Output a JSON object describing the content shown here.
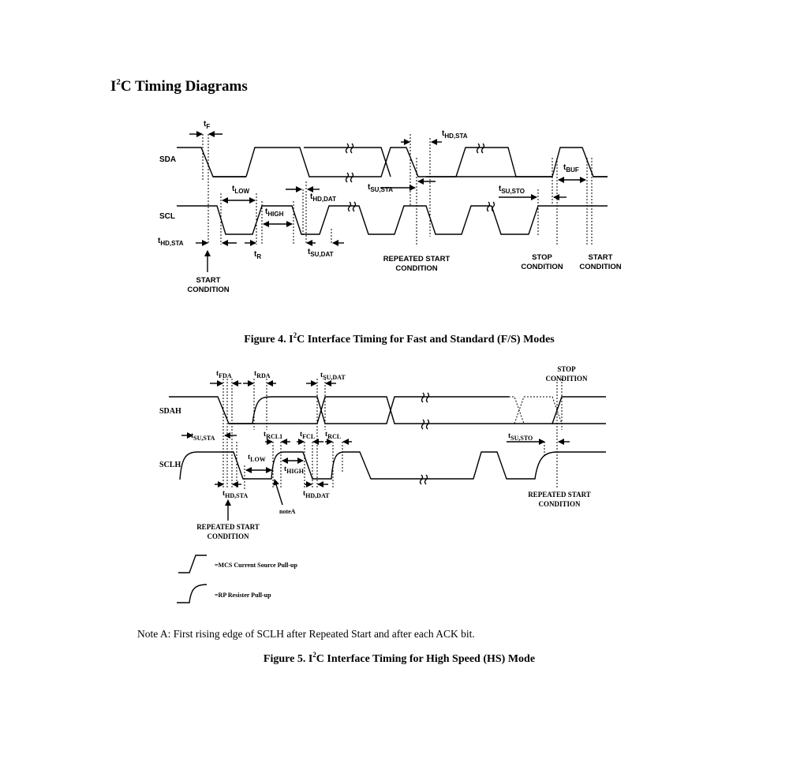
{
  "section_title": {
    "main": "I",
    "sup": "2",
    "rest": "C Timing Diagrams"
  },
  "fig4": {
    "caption_prefix": "Figure 4. I",
    "caption_sup": "2",
    "caption_rest": "C Interface Timing for Fast and Standard (F/S) Modes",
    "signals": {
      "sda": "SDA",
      "scl": "SCL"
    },
    "labels": {
      "t_f": {
        "t": "t",
        "sub": "F"
      },
      "t_hd_sta_top": {
        "t": "t",
        "sub": "HD,STA"
      },
      "t_low": {
        "t": "t",
        "sub": "LOW"
      },
      "t_hd_dat": {
        "t": "t",
        "sub": "HD,DAT"
      },
      "t_su_sta": {
        "t": "t",
        "sub": "SU,STA"
      },
      "t_su_sto": {
        "t": "t",
        "sub": "SU,STO"
      },
      "t_buf": {
        "t": "t",
        "sub": "BUF"
      },
      "t_high": {
        "t": "t",
        "sub": "HIGH"
      },
      "t_hd_sta_left": {
        "t": "t",
        "sub": "HD,STA"
      },
      "t_r": {
        "t": "t",
        "sub": "R"
      },
      "t_su_dat": {
        "t": "t",
        "sub": "SU,DAT"
      }
    },
    "conditions": {
      "start_1": "START",
      "start_2": "CONDITION",
      "repeated_1": "REPEATED START",
      "repeated_2": "CONDITION",
      "stop_1": "STOP",
      "stop_2": "CONDITION",
      "start_right_1": "START",
      "start_right_2": "CONDITION"
    }
  },
  "fig5": {
    "caption_prefix": "Figure 5. I",
    "caption_sup": "2",
    "caption_rest": "C Interface Timing for High Speed (HS) Mode",
    "signals": {
      "sdah": "SDAH",
      "sclh": "SCLH"
    },
    "labels": {
      "t_fda": {
        "t": "t",
        "sub": "FDA"
      },
      "t_rda": {
        "t": "t",
        "sub": "RDA"
      },
      "t_su_dat": {
        "t": "t",
        "sub": "SU,DAT"
      },
      "t_su_sta": {
        "t": "t",
        "sub": "SU,STA"
      },
      "t_rcl1": {
        "t": "t",
        "sub": "RCL1"
      },
      "t_fcl": {
        "t": "t",
        "sub": "FCL"
      },
      "t_rcl": {
        "t": "t",
        "sub": "RCL"
      },
      "t_low": {
        "t": "t",
        "sub": "LOW"
      },
      "t_high": {
        "t": "t",
        "sub": "HIGH"
      },
      "t_hd_sta": {
        "t": "t",
        "sub": "HD,STA"
      },
      "t_hd_dat": {
        "t": "t",
        "sub": "HD,DAT"
      },
      "t_su_sto": {
        "t": "t",
        "sub": "SU,STO"
      }
    },
    "note_a": "noteA",
    "conditions": {
      "stop_1": "STOP",
      "stop_2": "CONDITION",
      "repeated_left_1": "REPEATED START",
      "repeated_left_2": "CONDITION",
      "repeated_right_1": "REPEATED START",
      "repeated_right_2": "CONDITION"
    },
    "legend": {
      "mcs": "=MCS Current Source Pull-up",
      "rp": "=RP Resister Pull-up"
    },
    "note": "Note A: First rising edge of SCLH after Repeated Start and after each ACK bit."
  }
}
